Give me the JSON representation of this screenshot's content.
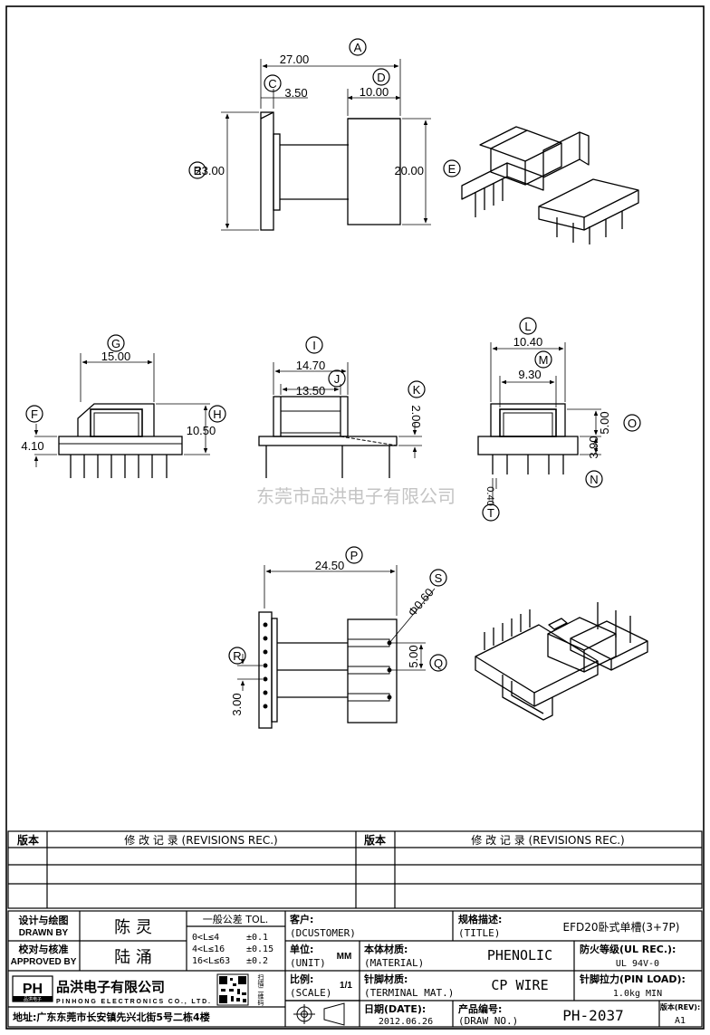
{
  "dimensions": {
    "A": {
      "letter": "A",
      "value": "27.00"
    },
    "B": {
      "letter": "B",
      "value": "23.00"
    },
    "C": {
      "letter": "C",
      "value": "3.50"
    },
    "D": {
      "letter": "D",
      "value": "10.00"
    },
    "E": {
      "letter": "E",
      "value": "20.00"
    },
    "F": {
      "letter": "F",
      "value": "4.10"
    },
    "G": {
      "letter": "G",
      "value": "15.00"
    },
    "H": {
      "letter": "H",
      "value": "10.50"
    },
    "I": {
      "letter": "I",
      "value": "14.70"
    },
    "J": {
      "letter": "J",
      "value": "13.50"
    },
    "K": {
      "letter": "K",
      "value": "2.00"
    },
    "L": {
      "letter": "L",
      "value": "10.40"
    },
    "M": {
      "letter": "M",
      "value": "9.30"
    },
    "N": {
      "letter": "N",
      "value": "3.90"
    },
    "O": {
      "letter": "O",
      "value": "5.00"
    },
    "P": {
      "letter": "P",
      "value": "24.50"
    },
    "Q": {
      "letter": "Q",
      "value": "5.00"
    },
    "R": {
      "letter": "R",
      "value": "3.00"
    },
    "S": {
      "letter": "S",
      "value": "Φ0.60"
    },
    "T": {
      "letter": "T",
      "value": "0.40"
    }
  },
  "watermark": "东莞市品洪电子有限公司",
  "revisions": {
    "version_header": "版本",
    "records_header": "修 改 记 录 (REVISIONS REC.)"
  },
  "title_block": {
    "designer_label": "设计与绘图",
    "designer_label_en": "DRAWN BY",
    "designer_name": "陈 灵",
    "approver_label": "校对与核准",
    "approver_label_en": "APPROVED BY",
    "approver_name": "陆 涌",
    "tolerance_title": "一般公差 TOL.",
    "tolerance_rows": [
      {
        "range": "0<L≤4",
        "value": "±0.1"
      },
      {
        "range": "4<L≤16",
        "value": "±0.15"
      },
      {
        "range": "16<L≤63",
        "value": "±0.2"
      }
    ],
    "customer_label": "客户:",
    "customer_label_en": "(DCUSTOMER)",
    "spec_label": "规格描述:",
    "spec_label_en": "(TITLE)",
    "spec_value": "EFD20卧式单槽(3+7P)",
    "unit_label": "单位:",
    "unit_label_en": "(UNIT)",
    "unit_value": "MM",
    "material_label": "本体材质:",
    "material_label_en": "(MATERIAL)",
    "material_value": "PHENOLIC",
    "fire_label": "防火等级(UL REC.):",
    "fire_value": "UL 94V-0",
    "company_name": "品洪电子有限公司",
    "company_en": "PINHONG ELECTRONICS CO., LTD.",
    "logo_text": "PH",
    "logo_sub": "品洪电子",
    "qr_side_text": "扫描二维码",
    "address": "地址:广东东莞市长安镇先兴北街5号二栋4楼",
    "scale_label": "比例:",
    "scale_label_en": "(SCALE)",
    "scale_value": "1/1",
    "terminal_label": "针脚材质:",
    "terminal_label_en": "(TERMINAL MAT.)",
    "terminal_value": "CP WIRE",
    "pin_load_label": "针脚拉力(PIN LOAD):",
    "pin_load_value": "1.0kg MIN",
    "date_label": "日期(DATE):",
    "date_value": "2012.06.26",
    "drawno_label": "产品编号:",
    "drawno_label_en": "(DRAW NO.)",
    "drawno_value": "PH-2037",
    "rev_label": "版本(REV):",
    "rev_value": "A1"
  }
}
